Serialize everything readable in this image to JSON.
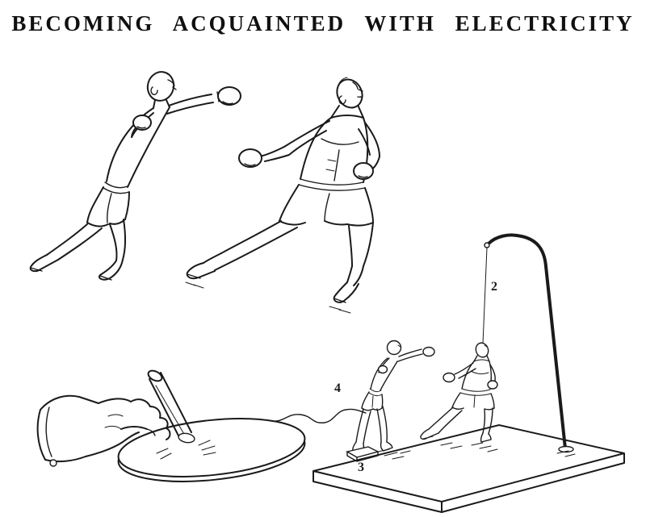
{
  "header": {
    "title": "BECOMING ACQUAINTED WITH ELECTRICITY"
  },
  "figure": {
    "labels": {
      "n2": "2",
      "n3": "3",
      "n4": "4"
    }
  },
  "colors": {
    "ink": "#1a1a1a",
    "paper": "#ffffff"
  }
}
